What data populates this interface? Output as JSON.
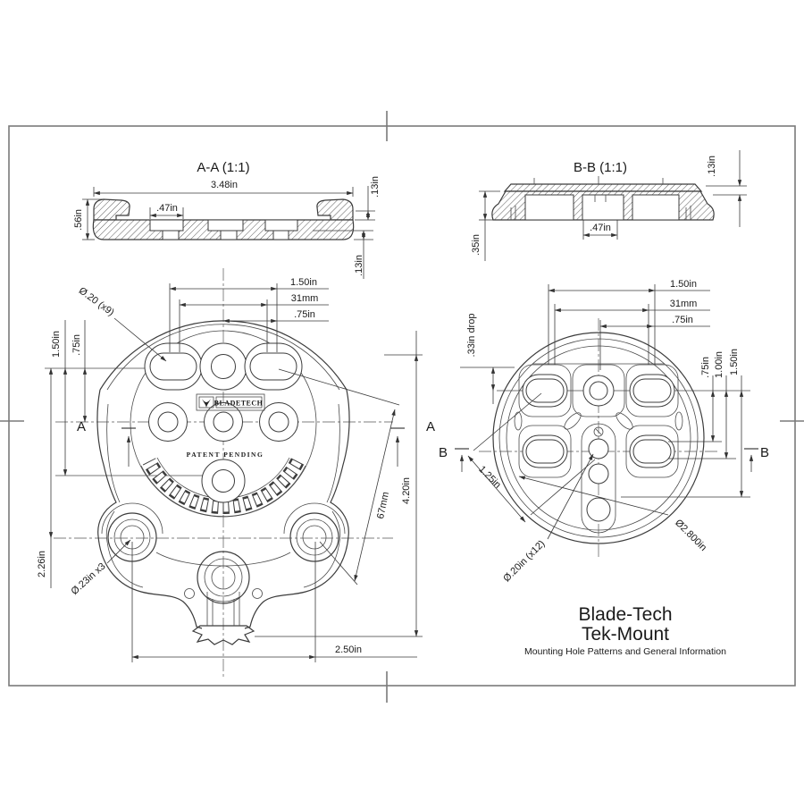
{
  "section_aa": {
    "title": "A-A (1:1)",
    "dim_width": "3.48in",
    "dim_slot": ".47in",
    "dim_height": ".56in",
    "dim_lip_top": ".13in",
    "dim_lip_bottom": ".13in"
  },
  "section_bb": {
    "title": "B-B (1:1)",
    "dim_slot": ".47in",
    "dim_height": ".35in",
    "dim_lip": ".13in"
  },
  "front_view": {
    "dim_pitch_outer": "1.50in",
    "dim_pitch_mm": "31mm",
    "dim_pitch_half": ".75in",
    "label_holes_top": "Ø.20 (x9)",
    "dim_left_half": ".75in",
    "dim_left_pitch": "1.50in",
    "dim_left_drop": "2.26in",
    "label_holes_side": "Ø.23in x3",
    "dim_diag": "67mm",
    "dim_height": "4.20in",
    "dim_width_bottom": "2.50in",
    "logo": "BLADETECH",
    "patent": "PATENT PENDING",
    "marker": "A"
  },
  "back_view": {
    "dim_pitch_outer": "1.50in",
    "dim_pitch_mm": "31mm",
    "dim_pitch_half": ".75in",
    "dim_drop": ".33in drop",
    "dim_right_1": ".75in",
    "dim_right_2": "1.00in",
    "dim_right_3": "1.50in",
    "dim_diag": "1.25in",
    "label_holes": "Ø.20in (x12)",
    "dim_outer": "Ø2.800in",
    "marker": "B"
  },
  "title_block": {
    "line1": "Blade-Tech",
    "line2": "Tek-Mount",
    "line3": "Mounting Hole Patterns and General Information"
  }
}
